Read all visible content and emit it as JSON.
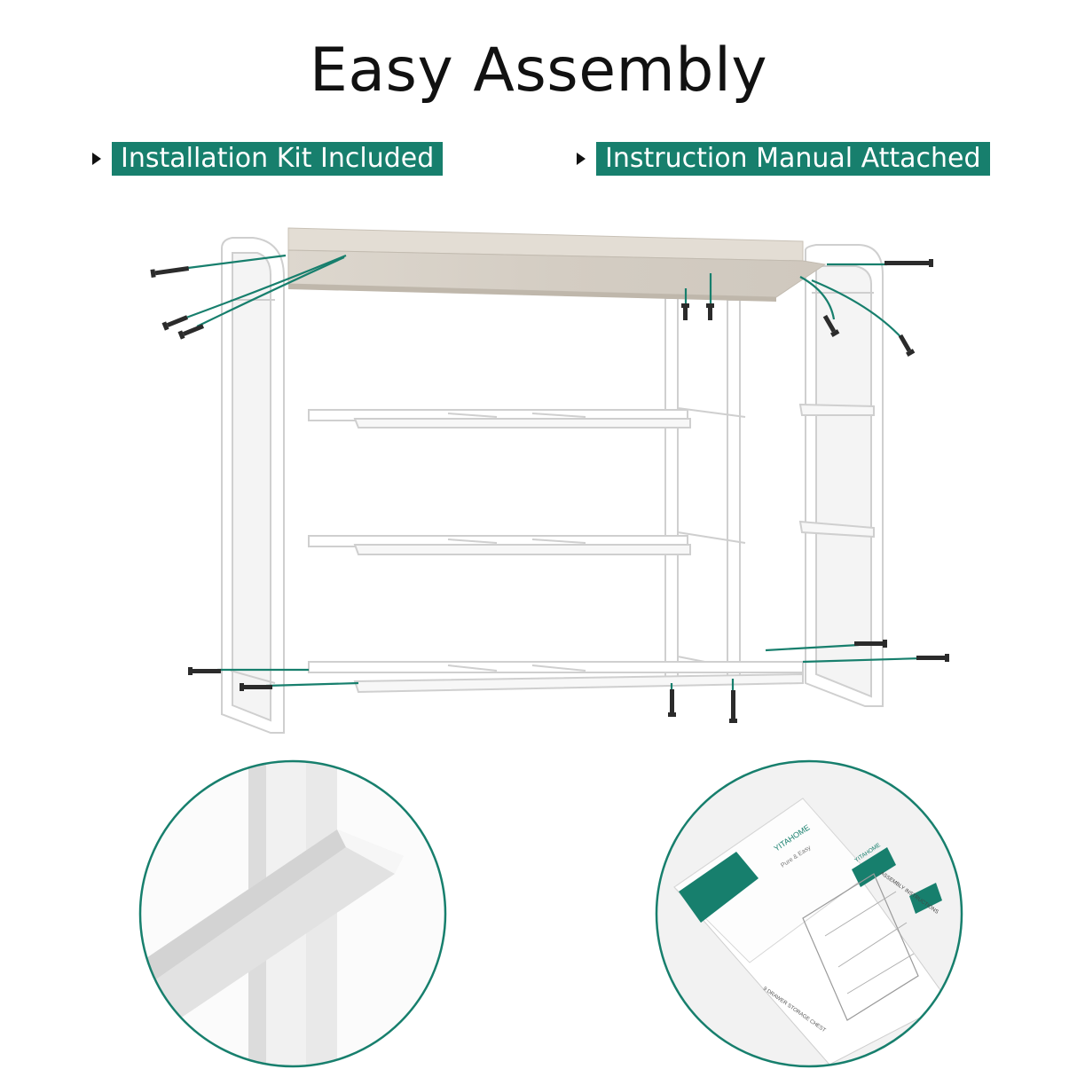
{
  "title": "Easy Assembly",
  "features": [
    {
      "label": "Installation Kit Included",
      "icon": "play-arrow-icon"
    },
    {
      "label": "Instruction Manual Attached",
      "icon": "play-arrow-icon"
    }
  ],
  "manual": {
    "brand": "YITAHOME",
    "tagline": "Pure & Easy",
    "section_title": "ASSEMBLY INSTRUCTIONS",
    "product": "9 DRAWER STORAGE CHEST"
  },
  "colors": {
    "accent": "#177f6d",
    "wood": "#d8d2c9",
    "frame": "#ffffff",
    "frame_stroke": "#c9c9c9",
    "screw": "#2b2b2b"
  }
}
